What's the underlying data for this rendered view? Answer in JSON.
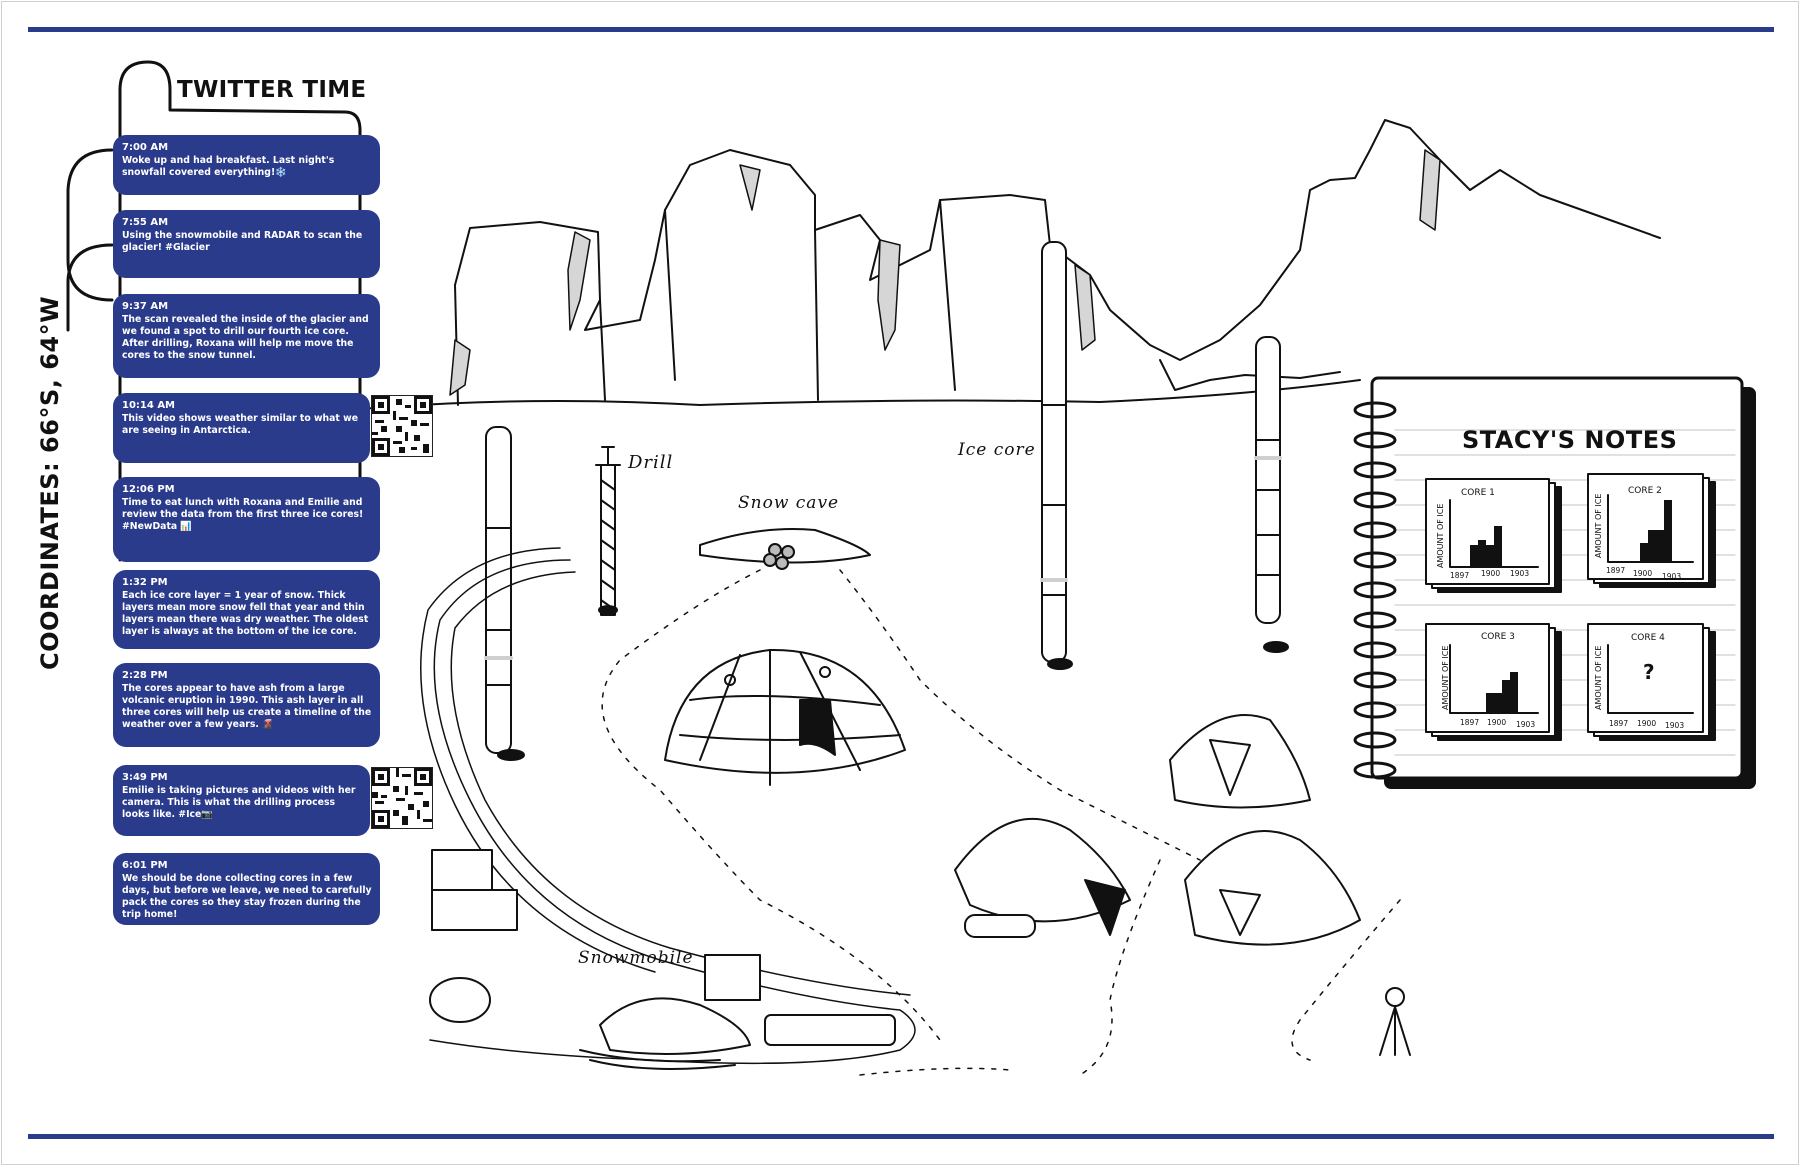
{
  "coordinates": "COORDINATES: 66°S, 64°W",
  "twitter": {
    "title": "TWITTER TIME",
    "tweets": [
      {
        "time": "7:00 AM",
        "text": "Woke up and had breakfast. Last night's snowfall covered everything!❄️"
      },
      {
        "time": "7:55 AM",
        "text": "Using the snowmobile and RADAR to scan the glacier! #Glacier"
      },
      {
        "time": "9:37 AM",
        "text": "The scan revealed the inside of the glacier and we found a spot to drill our fourth ice core. After drilling, Roxana will help me move the cores to the snow tunnel."
      },
      {
        "time": "10:14 AM",
        "text": "This video shows weather similar to what we are seeing in Antarctica."
      },
      {
        "time": "12:06 PM",
        "text": "Time to eat lunch with Roxana and Emilie and review the data from the first three ice cores! #NewData 📊"
      },
      {
        "time": "1:32 PM",
        "text": "Each ice core layer = 1 year of snow. Thick layers mean more snow fell that year and thin layers mean there was dry weather. The oldest layer is always at the bottom of the ice core."
      },
      {
        "time": "2:28 PM",
        "text": "The cores appear to have ash from a large volcanic eruption in 1990. This ash layer in all three cores will help us create a timeline of the weather over a few years. 🌋"
      },
      {
        "time": "3:49 PM",
        "text": "Emilie is taking pictures and videos with her camera. This is what the drilling process looks like. #Ice📷"
      },
      {
        "time": "6:01 PM",
        "text": "We should be done collecting cores in a few days, but before we leave, we need to carefully pack the cores so they stay frozen during the trip home!"
      }
    ]
  },
  "scene_labels": {
    "drill": "Drill",
    "snow_cave": "Snow cave",
    "ice_core": "Ice core",
    "snowmobile": "Snowmobile"
  },
  "notes": {
    "title": "STACY'S NOTES",
    "cards": [
      {
        "title": "CORE 1",
        "ylabel": "AMOUNT OF ICE",
        "ticks": [
          "1897",
          "1900",
          "1903"
        ]
      },
      {
        "title": "CORE 2",
        "ylabel": "AMOUNT OF ICE",
        "ticks": [
          "1897",
          "1900",
          "1903"
        ]
      },
      {
        "title": "CORE 3",
        "ylabel": "AMOUNT OF ICE",
        "ticks": [
          "1897",
          "1900",
          "1903"
        ]
      },
      {
        "title": "CORE 4",
        "ylabel": "AMOUNT OF ICE",
        "ticks": [
          "1897",
          "1900",
          "1903"
        ],
        "mark": "?"
      }
    ]
  },
  "colors": {
    "accent": "#2b3b8c",
    "ink": "#111111",
    "shade": "#d6d6d6"
  }
}
